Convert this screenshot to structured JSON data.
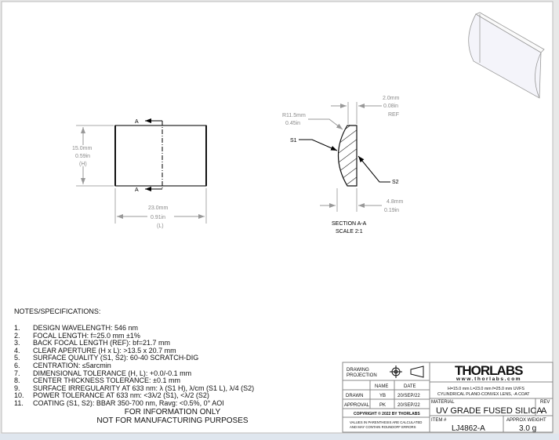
{
  "plan_view": {
    "section_marker": "A",
    "height_dim": {
      "mm": "15.0mm",
      "in": "0.59in",
      "tag": "(H)"
    },
    "length_dim": {
      "mm": "23.0mm",
      "in": "0.91in",
      "tag": "(L)"
    }
  },
  "section_view": {
    "radius": {
      "mm": "R11.5mm",
      "in": "0.45in"
    },
    "edge": {
      "mm": "2.0mm",
      "in": "0.08in",
      "tag": "REF"
    },
    "center": {
      "mm": "4.8mm",
      "in": "0.19in"
    },
    "s1": "S1",
    "s2": "S2",
    "title": "SECTION A-A",
    "scale": "SCALE 2:1"
  },
  "notes": {
    "title": "NOTES/SPECIFICATIONS:",
    "items": [
      {
        "n": "1.",
        "text": "DESIGN WAVELENGTH: 546 nm"
      },
      {
        "n": "2.",
        "text": "FOCAL LENGTH: f=25.0 mm ±1%"
      },
      {
        "n": "3.",
        "text": "BACK FOCAL LENGTH (REF): bf=21.7 mm"
      },
      {
        "n": "4.",
        "text": "CLEAR APERTURE (H x L): >13.5 x 20.7 mm"
      },
      {
        "n": "5.",
        "text": "SURFACE QUALITY (S1, S2): 60-40 SCRATCH-DIG"
      },
      {
        "n": "6.",
        "text": "CENTRATION: ≤5arcmin"
      },
      {
        "n": "7.",
        "text": "DIMENSIONAL TOLERANCE (H, L): +0.0/-0.1 mm"
      },
      {
        "n": "8.",
        "text": "CENTER THICKNESS TOLERANCE: ±0.1 mm"
      },
      {
        "n": "9.",
        "text": "SURFACE IRREGULARITY AT 633 nm: λ (S1 H), λ/cm (S1 L), λ/4 (S2)"
      },
      {
        "n": "10.",
        "text": "POWER TOLERANCE AT 633 nm: <3λ/2 (S1), <λ/2 (S2)"
      },
      {
        "n": "11.",
        "text": "COATING (S1, S2): BBAR 350-700 nm, Ravg: <0.5%, 0° AOI"
      }
    ],
    "disclaimer_1": "FOR INFORMATION ONLY",
    "disclaimer_2": "NOT FOR MANUFACTURING PURPOSES"
  },
  "title_block": {
    "projection_label_1": "DRAWING",
    "projection_label_2": "PROJECTION",
    "name_header": "NAME",
    "date_header": "DATE",
    "drawn_label": "DRAWN",
    "drawn_name": "YB",
    "drawn_date": "20/SEP/22",
    "approval_label": "APPROVAL",
    "approval_name": "PK",
    "approval_date": "20/SEP/22",
    "copyright": "COPYRIGHT © 2022 BY THORLABS",
    "values_note_1": "VALUES IN PARENTHESIS ARE CALCULATED",
    "values_note_2": "AND MAY CONTAIN ROUNDOFF ERRORS",
    "brand": "THORLABS",
    "website": "www.thorlabs.com",
    "description_1": "H=15.0 mm L=23.0 mm f=25.0 mm UVFS",
    "description_2": "CYLINDRICAL PLANO-CONVEX LENS, -A COAT",
    "material_label": "MATERIAL",
    "material": "UV GRADE FUSED SILICA",
    "rev_label": "REV",
    "rev": "A",
    "item_label": "ITEM #",
    "item": "LJ4862-A",
    "weight_label": "APPROX WEIGHT",
    "weight": "3.0 g"
  }
}
